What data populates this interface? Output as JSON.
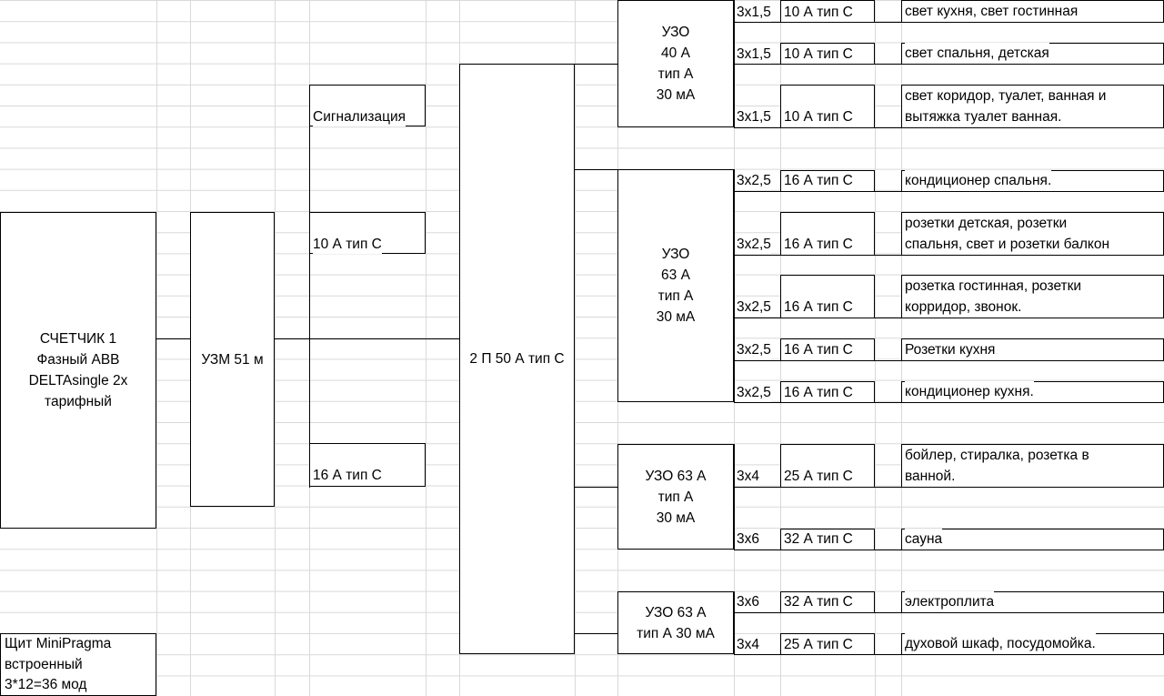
{
  "meter": {
    "lines": [
      "СЧЕТЧИК 1",
      "Фазный ABB",
      "DELTAsingle 2x",
      "тарифный"
    ]
  },
  "uzm": "УЗМ 51 м",
  "main_breaker": "2 П 50 А тип С",
  "alarm": "Сигнализация",
  "breaker_10a": "10 А тип С",
  "breaker_16a": "16 А тип С",
  "panel_note": {
    "lines": [
      "Щит MiniPragma",
      "встроенный",
      "3*12=36 мод"
    ]
  },
  "rcd1": {
    "lines": [
      "УЗО",
      "40 А",
      "тип А",
      "30 мА"
    ]
  },
  "rcd2": {
    "lines": [
      "УЗО",
      "63 А",
      "тип А",
      "30 мА"
    ]
  },
  "rcd3": {
    "lines": [
      "УЗО 63 А",
      "тип А",
      "30 мА"
    ]
  },
  "rcd4": {
    "lines": [
      "УЗО 63 А",
      "тип А 30 мА"
    ]
  },
  "circuits": [
    {
      "cable": "3x1,5",
      "breaker": "10 А тип С",
      "load": "свет кухня, свет гостинная"
    },
    {
      "cable": "3x1,5",
      "breaker": "10 А тип С",
      "load": "свет спальня, детская"
    },
    {
      "cable": "3x1,5",
      "breaker": "10 А тип С",
      "load": [
        "свет коридор, туалет, ванная и",
        "вытяжка туалет ванная."
      ]
    },
    {
      "cable": "3x2,5",
      "breaker": "16 А тип С",
      "load": "кондиционер спальня."
    },
    {
      "cable": "3x2,5",
      "breaker": "16 А тип С",
      "load": [
        "розетки детская, розетки",
        "спальня, свет и розетки балкон"
      ]
    },
    {
      "cable": "3x2,5",
      "breaker": "16 А тип С",
      "load": [
        "розетка гостинная, розетки",
        "корридор, звонок."
      ]
    },
    {
      "cable": "3x2,5",
      "breaker": "16 А тип С",
      "load": "Розетки кухня"
    },
    {
      "cable": "3x2,5",
      "breaker": "16 А тип С",
      "load": "кондиционер кухня."
    },
    {
      "cable": "3x4",
      "breaker": "25 А тип С",
      "load": [
        "бойлер, стиралка, розетка в",
        "ванной."
      ]
    },
    {
      "cable": "3x6",
      "breaker": "32 А тип С",
      "load": "сауна"
    },
    {
      "cable": "3x6",
      "breaker": "32 А тип С",
      "load": "электроплита"
    },
    {
      "cable": "3x4",
      "breaker": "25 А тип С",
      "load": "духовой шкаф, посудомойка."
    }
  ]
}
